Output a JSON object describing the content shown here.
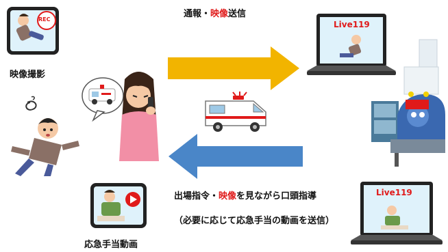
{
  "top_caption": {
    "part1": "通報・",
    "highlight": "映像",
    "part2": "送信"
  },
  "label_video_capture": "映像撮影",
  "label_first_aid_video": "応急手当動画",
  "bottom_caption_line1": {
    "part1": "出場指令・",
    "highlight": "映像",
    "part2": "を見ながら口頭指導"
  },
  "bottom_caption_line2": "（必要に応じて応急手当の動画を送信）",
  "rec_badge": "REC",
  "laptop_top_title": "Live119",
  "laptop_bottom_title": "Live119",
  "colors": {
    "arrow_right": "#f2b400",
    "arrow_left": "#4a86c8",
    "highlight": "#e01a1a"
  }
}
